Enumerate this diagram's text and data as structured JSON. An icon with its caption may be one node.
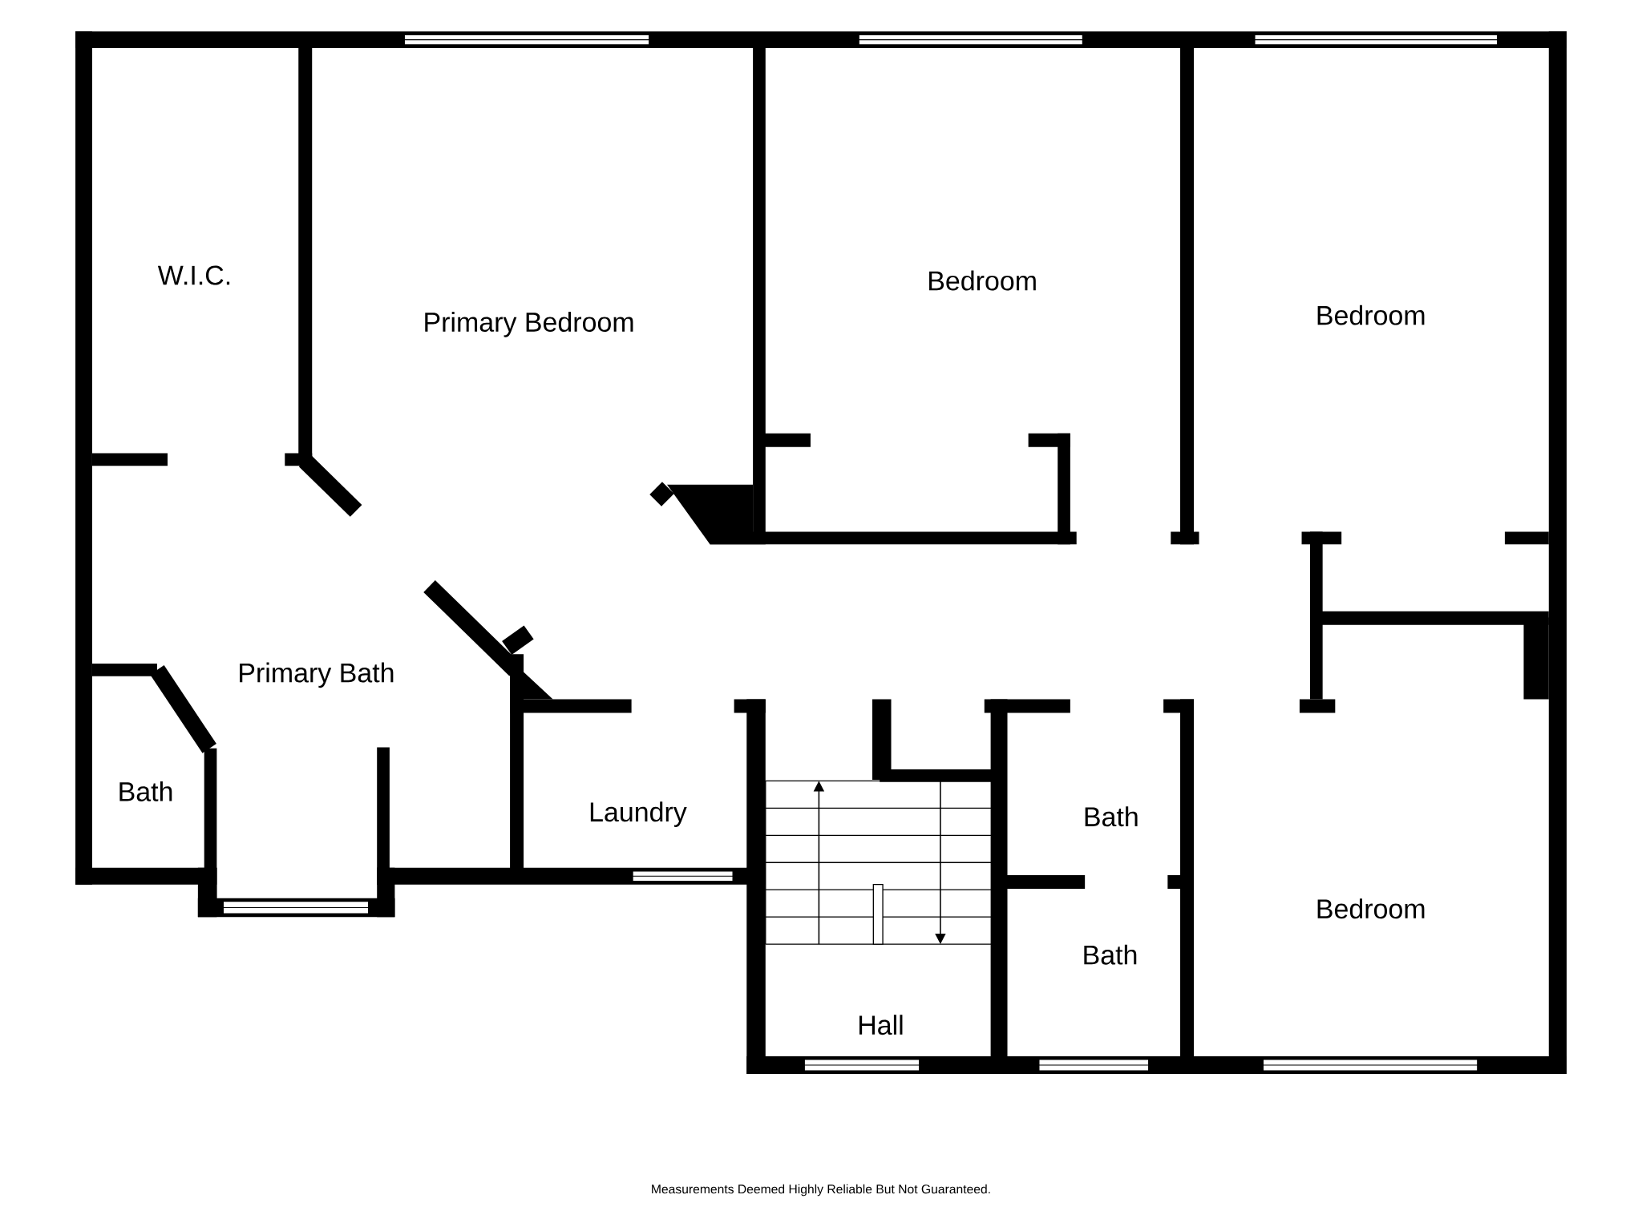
{
  "diagram": {
    "labels": [
      "W.I.C.",
      "Primary Bedroom",
      "Bedroom",
      "Bedroom",
      "Primary Bath",
      "Bath",
      "Laundry",
      "Bath",
      "Bath",
      "Bedroom",
      "Hall"
    ],
    "caption": "Measurements Deemed Highly Reliable But Not Guaranteed."
  }
}
